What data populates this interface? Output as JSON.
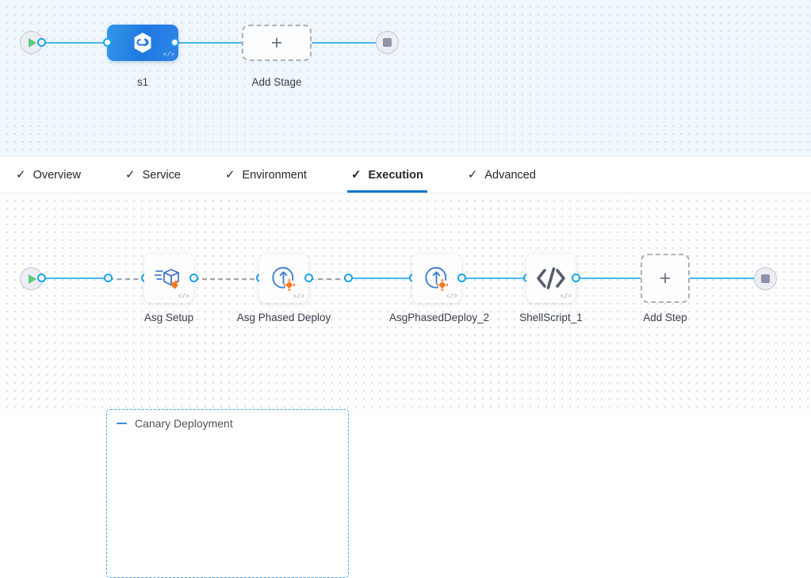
{
  "stage_panel": {
    "start_node": {
      "icon": "play-icon",
      "name": "pipeline-start"
    },
    "stage": {
      "label": "s1",
      "icon": "harness-hexagon-icon",
      "badge": "code-badge"
    },
    "add_stage": {
      "label": "Add Stage",
      "icon": "plus-icon"
    },
    "end_node": {
      "icon": "stop-icon",
      "name": "pipeline-end"
    }
  },
  "tabs": [
    {
      "label": "Overview",
      "check": "✓",
      "active": false
    },
    {
      "label": "Service",
      "check": "✓",
      "active": false
    },
    {
      "label": "Environment",
      "check": "✓",
      "active": false
    },
    {
      "label": "Execution",
      "check": "✓",
      "active": true
    },
    {
      "label": "Advanced",
      "check": "✓",
      "active": false
    }
  ],
  "execution": {
    "group": {
      "title": "Canary Deployment",
      "collapse_icon": "minus-icon"
    },
    "steps": [
      {
        "label": "Asg Setup",
        "icon": "asg-setup-icon",
        "badge": "code-badge"
      },
      {
        "label": "Asg Phased Deploy",
        "icon": "asg-phased-deploy-icon",
        "badge": "code-badge"
      },
      {
        "label": "AsgPhasedDeploy_2",
        "icon": "asg-phased-deploy-icon",
        "badge": "code-badge"
      },
      {
        "label": "ShellScript_1",
        "icon": "shell-script-icon",
        "badge": "code-badge"
      }
    ],
    "add_step": {
      "label": "Add Step",
      "icon": "plus-icon"
    },
    "start_node": {
      "icon": "play-icon"
    },
    "end_node": {
      "icon": "stop-icon"
    }
  },
  "colors": {
    "accent_blue": "#1aa3e8",
    "stage_blue": "#1f7ae0",
    "tab_active_underline": "#0b78d0",
    "group_border": "#4aa8ef",
    "edge_solid": "#48b7ef",
    "edge_dashed": "#9aa3ae",
    "play_green": "#5fc87f",
    "stop_gray": "#8e93a8",
    "icon_orange": "#f07a26",
    "panel_bg": "#eff7fc",
    "canvas_bg": "#fdfdfe"
  }
}
